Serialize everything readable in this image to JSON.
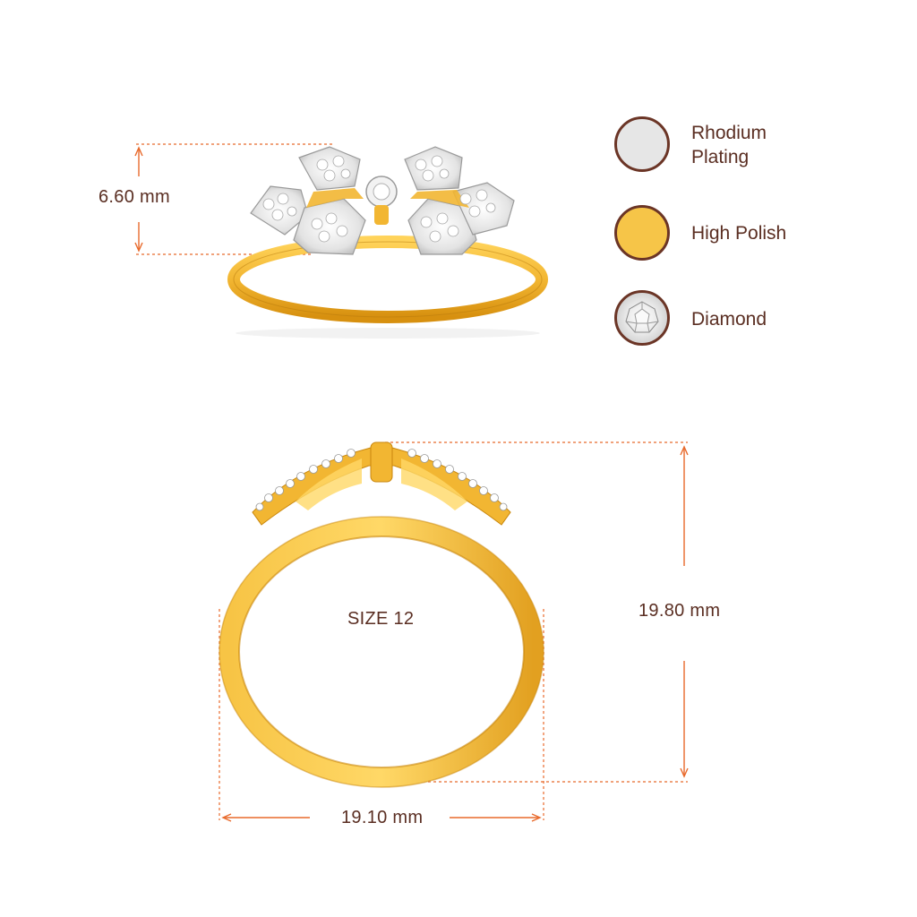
{
  "colors": {
    "dimension_line": "#e86a2c",
    "text": "#5a2e22",
    "gold": "#f2b632",
    "gold_dark": "#d99312",
    "rhodium": "#e6e6e6",
    "diamond": "#f4f4f4"
  },
  "dimensions": {
    "top_height": "6.60 mm",
    "ring_height": "19.80 mm",
    "ring_width": "19.10 mm",
    "size": "SIZE 12"
  },
  "legend": [
    {
      "label": "Rhodium Plating",
      "icon": "rhodium-swatch-icon"
    },
    {
      "label": "High Polish",
      "icon": "gold-swatch-icon"
    },
    {
      "label": "Diamond",
      "icon": "diamond-swatch-icon"
    }
  ]
}
